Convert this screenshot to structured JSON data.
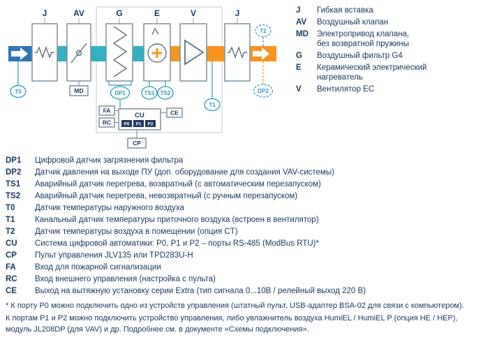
{
  "diagram": {
    "colors": {
      "inlet_blue": "#2e75b6",
      "duct_cyan": "#31b0c6",
      "duct_orange": "#f7941e",
      "sensor_teal": "#2b9cb8",
      "box_border": "#7f8f9c",
      "text_navy": "#17365d",
      "port_navy": "#1f3864"
    },
    "component_labels": {
      "j1": "J",
      "av": "AV",
      "g": "G",
      "e": "E",
      "v": "V",
      "j2": "J"
    },
    "sensor_labels": {
      "t0": "T0",
      "md": "MD",
      "dp1": "DP1",
      "ts1": "TS1",
      "ts2": "TS2",
      "t1": "T1",
      "t2": "T2",
      "dp2": "DP2",
      "cu": "CU",
      "cp": "CP",
      "fa": "FA",
      "rc": "RC",
      "ce": "CE",
      "p0": "P0",
      "p1": "P1",
      "p2": "P2"
    }
  },
  "top_legend": {
    "items": [
      {
        "key": "J",
        "text": "Гибкая вставка"
      },
      {
        "key": "AV",
        "text": "Воздушный клапан"
      },
      {
        "key": "MD",
        "text": "Электропривод клапана,\nбез возвратной пружины"
      },
      {
        "key": "G",
        "text": "Воздушный фильтр G4"
      },
      {
        "key": "E",
        "text": "Керамический электрический\nнагреватель"
      },
      {
        "key": "V",
        "text": "Вентилятор EC"
      }
    ]
  },
  "bottom_legend": {
    "items": [
      {
        "key": "DP1",
        "text": "Цифровой датчик загрязнения фильтра"
      },
      {
        "key": "DP2",
        "text": "Датчик давления на выходе ПУ (доп. оборудование для создания VAV-системы)"
      },
      {
        "key": "TS1",
        "text": "Аварийный датчик перегрева, возвратный (с автоматическим перезапуском)"
      },
      {
        "key": "TS2",
        "text": "Аварийный датчик перегрева, невозвратный (с ручным перезапуском)"
      },
      {
        "key": "T0",
        "text": "Датчик температуры наружного воздуха"
      },
      {
        "key": "T1",
        "text": "Канальный датчик температуры приточного воздуха (встроен в вентилятор)"
      },
      {
        "key": "T2",
        "text": "Датчик температуры воздуха в помещении (опция CT)"
      },
      {
        "key": "CU",
        "text": "Система цифровой автоматики: P0, P1 и P2 – порты RS-485 (ModBus RTU)*"
      },
      {
        "key": "CP",
        "text": "Пульт управления JLV135 или TPD283U-H"
      },
      {
        "key": "FA",
        "text": "Вход для пожарной сигнализации"
      },
      {
        "key": "RC",
        "text": "Вход внешнего управления (настройка с пульта)"
      },
      {
        "key": "CE",
        "text": "Выход на вытяжную установку серии Extra (тип сигнала 0...10В / релейный выход 220 В)"
      }
    ]
  },
  "footnote": {
    "para1": "* К порту P0 можно подключить одно из устройств управления (штатный пульт, USB-адаптер BSA-02 для связи с компьютером).",
    "para2": "К портам P1 и P2 можно подключить устройство управления, либо увлажнитель воздуха HumiEL /  HumiEL P (опция HE / HEP), модуль JL208DP (для VAV) и др. Подробнее см. в документе «Схемы подключения»."
  }
}
